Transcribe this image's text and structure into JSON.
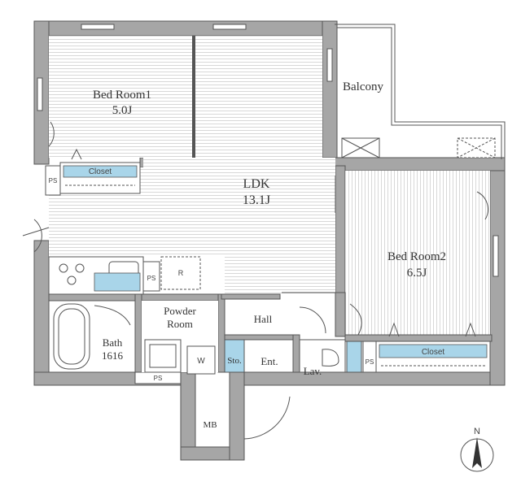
{
  "rooms": {
    "bedroom1": {
      "name": "Bed Room1",
      "size": "5.0J"
    },
    "ldk": {
      "name": "LDK",
      "size": "13.1J"
    },
    "bedroom2": {
      "name": "Bed Room2",
      "size": "6.5J"
    },
    "balcony": {
      "name": "Balcony"
    },
    "powder": {
      "line1": "Powder",
      "line2": "Room"
    },
    "bath": {
      "line1": "Bath",
      "line2": "1616"
    },
    "hall": {
      "name": "Hall"
    },
    "entrance": {
      "name": "Ent."
    },
    "lavatory": {
      "name": "Lav."
    },
    "storage": {
      "name": "Sto."
    },
    "mb": {
      "name": "MB"
    }
  },
  "labels": {
    "closet1": "Closet",
    "closet2": "Closet",
    "ps_left": "PS",
    "ps_kitchen": "PS",
    "ps_bath": "PS",
    "ps_lav": "PS",
    "fridge": "R",
    "washer": "W",
    "north": "N"
  },
  "colors": {
    "wall": "#a6a6a6",
    "wall_line": "#555555",
    "floor_line": "#cfcfcf",
    "fixture_blue": "#a9d5e9"
  }
}
